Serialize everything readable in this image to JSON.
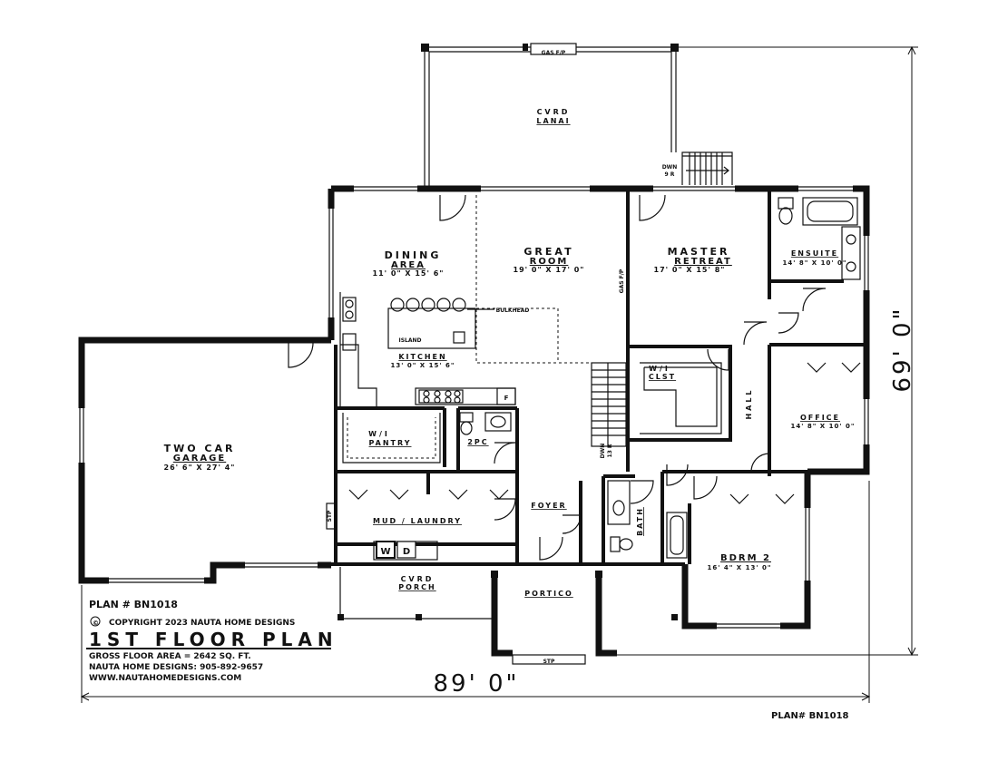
{
  "rooms": {
    "lanai": {
      "line1": "CVRD",
      "line2": "LANAI"
    },
    "gas_fp_top": "GAS F/P",
    "dwn_lanai": {
      "line1": "DWN",
      "line2": "9 R"
    },
    "dining": {
      "line1": "DINING",
      "line2": "AREA",
      "size": "11' 0\" X 15' 6\""
    },
    "great_room": {
      "line1": "GREAT",
      "line2": "ROOM",
      "size": "19' 0\" X 17' 0\""
    },
    "master": {
      "line1": "MASTER",
      "line2": "RETREAT",
      "size": "17' 0\" X 15' 8\""
    },
    "ensuite": {
      "name": "ENSUITE",
      "size": "14' 8\" X 10' 0\""
    },
    "gas_fp_side": "GAS F/P",
    "bulkhead": "BULKHEAD",
    "island": "ISLAND",
    "kitchen": {
      "name": "KITCHEN",
      "size": "13' 0\" X 15' 6\""
    },
    "fridge": "F",
    "wi_clst": {
      "line1": "W/I",
      "line2": "CLST"
    },
    "hall": "HALL",
    "office": {
      "name": "OFFICE",
      "size": "14' 8\" X 10' 0\""
    },
    "garage": {
      "line1": "TWO CAR",
      "line2": "GARAGE",
      "size": "26' 6\" X 27' 4\""
    },
    "pantry": {
      "line1": "W/I",
      "line2": "PANTRY"
    },
    "twopc": "2PC",
    "dwn_stairs": {
      "line1": "DWN",
      "line2": "13 R"
    },
    "foyer": "FOYER",
    "bath": "BATH",
    "bdrm2": {
      "name": "BDRM 2",
      "size": "16' 4\" X 13' 0\""
    },
    "stp_side": "STP",
    "mud": "MUD / LAUNDRY",
    "washer": "W",
    "dryer": "D",
    "porch": {
      "line1": "CVRD",
      "line2": "PORCH"
    },
    "portico": "PORTICO",
    "stp_bottom": "STP"
  },
  "dimensions": {
    "width": "89' 0\"",
    "depth": "69' 0\""
  },
  "info": {
    "plan": "PLAN # BN1018",
    "copyright_symbol": "©",
    "copyright": "COPYRIGHT 2023 NAUTA HOME DESIGNS",
    "title": "1ST FLOOR PLAN",
    "gross_area": "GROSS FLOOR AREA  =  2642  SQ. FT.",
    "company": "NAUTA HOME DESIGNS:  905-892-9657",
    "website": "WWW.NAUTAHOMEDESIGNS.COM",
    "plan_corner": "PLAN# BN1018"
  }
}
